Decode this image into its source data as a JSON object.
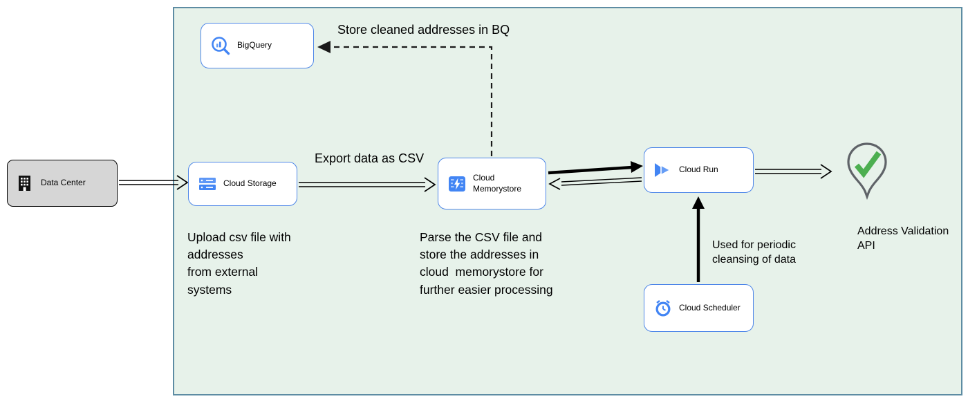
{
  "nodes": {
    "data_center": {
      "label": "Data Center"
    },
    "bigquery": {
      "label": "BigQuery"
    },
    "cloud_storage": {
      "label": "Cloud Storage"
    },
    "cloud_memorystore": {
      "label": "Cloud\nMemorystore"
    },
    "cloud_run": {
      "label": "Cloud Run"
    },
    "cloud_scheduler": {
      "label": "Cloud Scheduler"
    },
    "address_validation_api": {
      "label": "Address Validation\nAPI"
    }
  },
  "edge_labels": {
    "store_cleaned": "Store cleaned addresses in BQ",
    "export_csv": "Export data as CSV",
    "periodic_cleansing": "Used for periodic\ncleansing of data"
  },
  "notes": {
    "upload": "Upload csv file with\naddresses\nfrom external\nsystems",
    "parse": "Parse the CSV file and\nstore the addresses in\ncloud  memorystore for\nfurther easier processing"
  },
  "colors": {
    "gcp_background": "#e7f2ea",
    "gcp_border": "#5d8ca3",
    "node_border_blue": "#4d86e8",
    "node_fill": "#ffffff",
    "data_center_fill": "#d6d6d6",
    "icon_blue": "#4285f4",
    "icon_blue_light": "#669df6",
    "check_green": "#4caf50",
    "pin_gray": "#5f6368",
    "edge_black": "#000000"
  }
}
